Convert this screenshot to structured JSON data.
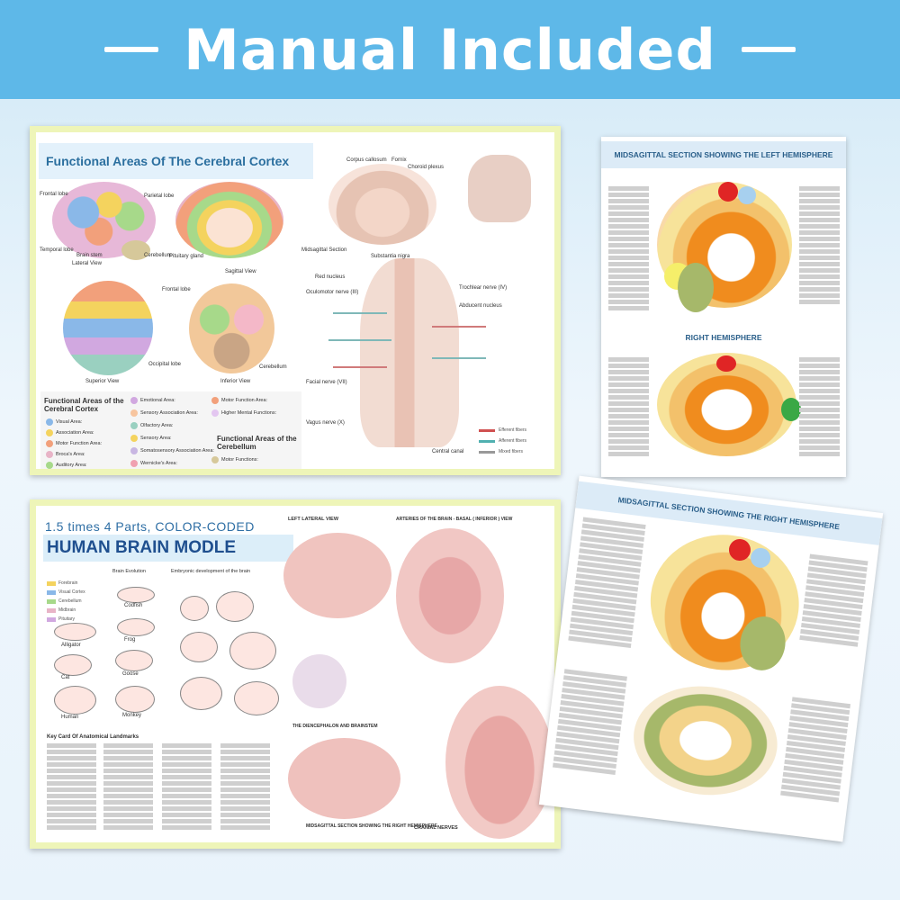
{
  "banner": {
    "title": "Manual Included"
  },
  "poster1": {
    "title": "Functional Areas Of The Cerebral Cortex",
    "views": {
      "lateral": "Lateral View",
      "sagittal": "Sagittal View",
      "superior": "Superior View",
      "inferior": "Inferior View",
      "midsagittal": "Midsagittal Section"
    },
    "labels": {
      "frontal_lobe": "Frontal lobe",
      "parietal_lobe": "Parietal lobe",
      "temporal_lobe": "Temporal lobe",
      "occipital_lobe": "Occipital lobe",
      "cerebellum": "Cerebellum",
      "brain_stem": "Brain stem",
      "pituitary": "Pituitary gland",
      "corpus_callosum": "Corpus callosum",
      "fornix": "Fornix",
      "choroid_plexus": "Choroid plexus",
      "substantia_nigra": "Substantia nigra",
      "red_nucleus": "Red nucleus",
      "oculomotor": "Oculomotor nerve (III)",
      "trochlear": "Trochlear nerve (IV)",
      "abducent": "Abducent nucleus",
      "facial": "Facial nerve (VII)",
      "vagus": "Vagus nerve (X)",
      "central_canal": "Central canal"
    },
    "legend_left_title": "Functional Areas of the Cerebral Cortex",
    "legend_left": [
      "Visual Area:",
      "Association Area:",
      "Motor Function Area:",
      "Broca's Area:",
      "Auditory Area:"
    ],
    "legend_mid": [
      "Emotional Area:",
      "Sensory Association Area:",
      "Olfactory Area:",
      "Sensory Area:",
      "Somatosensory Association Area:",
      "Wernicke's Area:"
    ],
    "legend_right": [
      "Motor Function Area:",
      "Higher Mental Functions:"
    ],
    "legend_cerebellum_title": "Functional Areas of the Cerebellum",
    "legend_cerebellum": [
      "Motor Functions:"
    ],
    "fibers": [
      "Efferent fibers",
      "Afferent fibers",
      "Mixed fibers"
    ]
  },
  "poster2": {
    "subtitle": "1.5 times 4 Parts, COLOR-CODED",
    "title": "HUMAN BRAIN MODLE",
    "sections": {
      "evolution": "Brain Evolution",
      "embryonic": "Embryonic development of the brain",
      "left_lateral": "LEFT LATERAL VIEW",
      "arteries": "ARTERIES OF THE BRAIN - BASAL ( INFERIOR ) VIEW",
      "diencephalon": "THE DIENCEPHALON AND BRAINSTEM",
      "midsagittal": "MIDSAGITTAL SECTION SHOWING THE RIGHT HEMISPHERE",
      "cranial": "CRANIAL NERVES",
      "key_card": "Key Card Of Anatomical Landmarks"
    },
    "key_legend": [
      "Forebrain",
      "Visual Cortex",
      "Cerebellum",
      "Midbrain",
      "Pituitary"
    ],
    "animals": [
      "Codfish",
      "Alligator",
      "Frog",
      "Cat",
      "Goose",
      "Human",
      "Monkey"
    ]
  },
  "poster3": {
    "title": "MIDSAGITTAL SECTION SHOWING THE LEFT HEMISPHERE",
    "subtitle": "RIGHT HEMISPHERE"
  },
  "poster4": {
    "title": "MIDSAGITTAL SECTION SHOWING THE RIGHT HEMISPHERE"
  },
  "colors": {
    "banner": "#5eb8e8",
    "title_blue": "#2b6f9f",
    "frame_yellow": "#eef5b8"
  }
}
